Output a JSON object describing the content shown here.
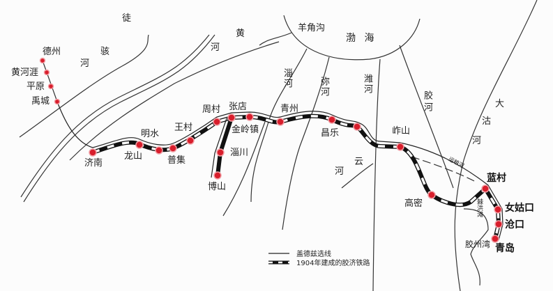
{
  "map": {
    "water_labels": {
      "bohai": "渤 海",
      "yangjiaogou": "羊角沟",
      "jiaozhouwan": "胶州湾",
      "jihongtan": "棘洪滩",
      "yunlianghe": "运粮河"
    },
    "rivers": {
      "tu": "徒",
      "hai": "骇",
      "he1": "河",
      "huang": "黄",
      "he2": "河",
      "zi": "淄河",
      "mi": "弥河",
      "wei": "潍河",
      "jiao": "胶河",
      "da": "大",
      "gu": "沽",
      "he3": "河",
      "yun": "云",
      "he4": "河"
    },
    "stations": {
      "dezhou": "德州",
      "huanghetai": "黄河涯",
      "pingyuan": "平原",
      "yucheng": "禹城",
      "jinan": "济南",
      "longshan": "龙山",
      "mingshui": "明水",
      "puji": "普集",
      "wangcun": "王村",
      "zhoucun": "周村",
      "zhangdian": "张店",
      "jinlingzhen": "金岭镇",
      "zichuan": "淄川",
      "boshan": "博山",
      "qingzhou": "青州",
      "changle": "昌乐",
      "zuoshan": "岞山",
      "gaomi": "高密",
      "lancun": "蓝村",
      "nvgukou": "女姑口",
      "cangkou": "沧口",
      "qingdao": "青岛"
    },
    "colors": {
      "station": "#d81e2c",
      "rail": "#111111",
      "line": "#222222"
    }
  },
  "legend": {
    "gaide_route": "盖德兹选线",
    "railway_1904": "1904年建成的胶济铁路"
  }
}
